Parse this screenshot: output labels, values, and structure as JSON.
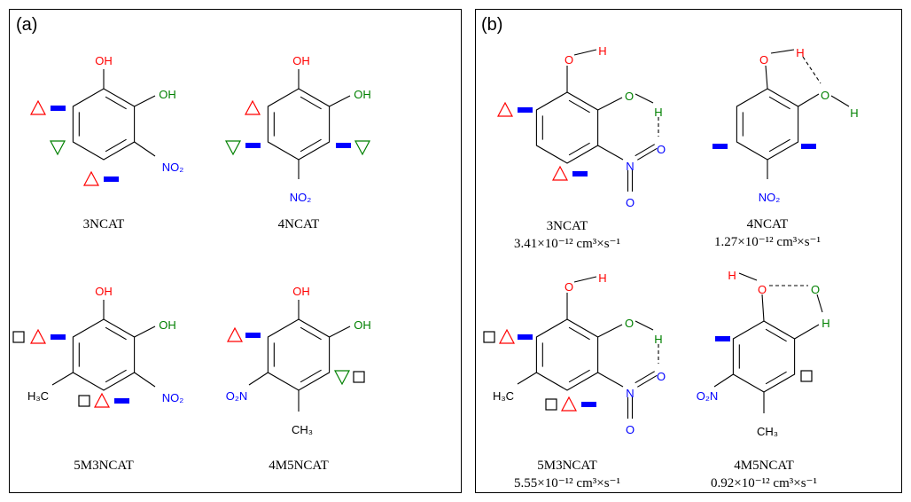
{
  "panels": [
    {
      "label": "(a)",
      "molecules": [
        {
          "name": "3NCAT",
          "atoms": [
            "OH",
            "OH",
            "NO₂"
          ]
        },
        {
          "name": "4NCAT",
          "atoms": [
            "OH",
            "OH",
            "NO₂"
          ]
        },
        {
          "name": "5M3NCAT",
          "atoms": [
            "OH",
            "OH",
            "NO₂",
            "H₃C"
          ]
        },
        {
          "name": "4M5NCAT",
          "atoms": [
            "OH",
            "OH",
            "O₂N",
            "CH₃"
          ]
        }
      ]
    },
    {
      "label": "(b)",
      "molecules": [
        {
          "name": "3NCAT",
          "rate": "3.41×10⁻¹² cm³×s⁻¹",
          "atoms": [
            "O",
            "H",
            "O",
            "H",
            "O",
            "N",
            "O"
          ]
        },
        {
          "name": "4NCAT",
          "rate": "1.27×10⁻¹² cm³×s⁻¹",
          "atoms": [
            "O",
            "H",
            "O",
            "H",
            "NO₂"
          ]
        },
        {
          "name": "5M3NCAT",
          "rate": "5.55×10⁻¹² cm³×s⁻¹",
          "atoms": [
            "O",
            "H",
            "O",
            "H",
            "O",
            "N",
            "O",
            "H₃C"
          ]
        },
        {
          "name": "4M5NCAT",
          "rate": "0.92×10⁻¹² cm³×s⁻¹",
          "atoms": [
            "O",
            "H",
            "O",
            "H",
            "O₂N",
            "CH₃"
          ]
        }
      ]
    }
  ],
  "colors": {
    "red": "#ff0000",
    "green": "#008000",
    "blue": "#0000ff",
    "black": "#000000"
  }
}
